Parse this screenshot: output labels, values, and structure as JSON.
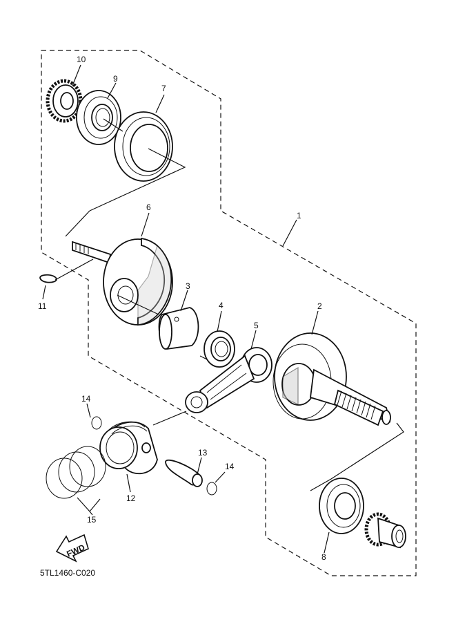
{
  "diagram": {
    "code": "5TL1460-C020",
    "fwd_text": "FWD",
    "callouts": [
      {
        "id": "c1",
        "text": "1"
      },
      {
        "id": "c2",
        "text": "2"
      },
      {
        "id": "c3",
        "text": "3"
      },
      {
        "id": "c4",
        "text": "4"
      },
      {
        "id": "c5",
        "text": "5"
      },
      {
        "id": "c6",
        "text": "6"
      },
      {
        "id": "c7",
        "text": "7"
      },
      {
        "id": "c8",
        "text": "8"
      },
      {
        "id": "c9",
        "text": "9"
      },
      {
        "id": "c10",
        "text": "10"
      },
      {
        "id": "c11",
        "text": "11"
      },
      {
        "id": "c12",
        "text": "12"
      },
      {
        "id": "c13",
        "text": "13"
      },
      {
        "id": "c14a",
        "text": "14"
      },
      {
        "id": "c14b",
        "text": "14"
      },
      {
        "id": "c15",
        "text": "15"
      }
    ]
  }
}
